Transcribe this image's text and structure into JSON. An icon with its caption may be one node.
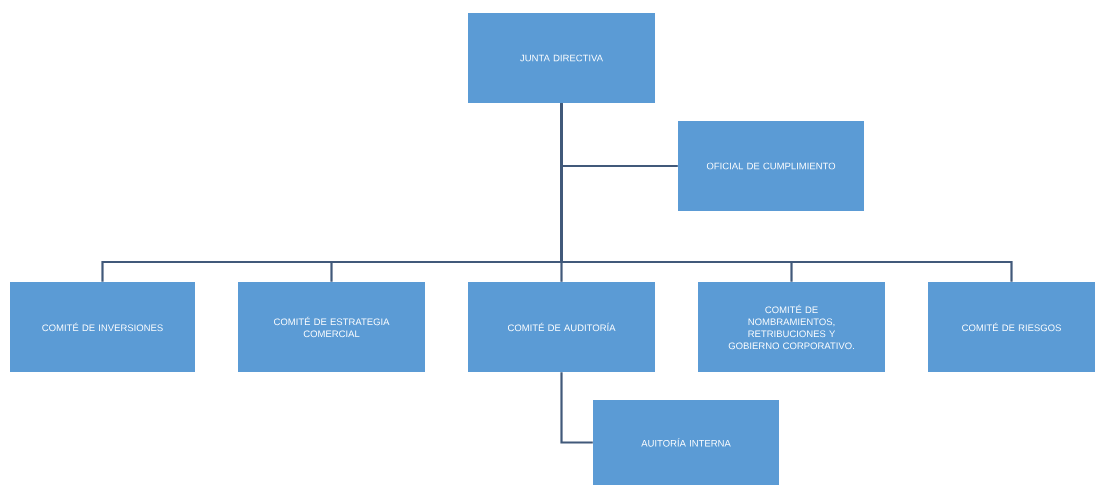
{
  "diagram": {
    "nodes": [
      {
        "text": [
          "JUNTA DIRECTIVA"
        ]
      },
      {
        "text": [
          "OFICIAL DE CUMPLIMIENTO"
        ]
      },
      {
        "text": [
          "COMITÉ DE INVERSIONES"
        ]
      },
      {
        "text": [
          "COMITÉ DE ESTRATEGIA COMERCIAL"
        ]
      },
      {
        "text": [
          "COMITÉ DE AUDITORÍA"
        ]
      },
      {
        "text": [
          "COMITÉ DE NOMBRAMIENTOS, RETRIBUCIONES Y GOBIERNO CORPORATIVO."
        ]
      },
      {
        "text": [
          "COMITÉ DE RIESGOS"
        ]
      },
      {
        "text": [
          "AUITORÍA INTERNA"
        ]
      }
    ],
    "edges": [
      {
        "from": 0,
        "to": 1,
        "arrow": "none"
      },
      {
        "from": 0,
        "to": 2,
        "arrow": "none"
      },
      {
        "from": 0,
        "to": 3,
        "arrow": "none"
      },
      {
        "from": 0,
        "to": 4,
        "arrow": "none"
      },
      {
        "from": 0,
        "to": 5,
        "arrow": "none"
      },
      {
        "from": 0,
        "to": 6,
        "arrow": "none"
      },
      {
        "from": 4,
        "to": 7,
        "arrow": "none"
      }
    ]
  }
}
